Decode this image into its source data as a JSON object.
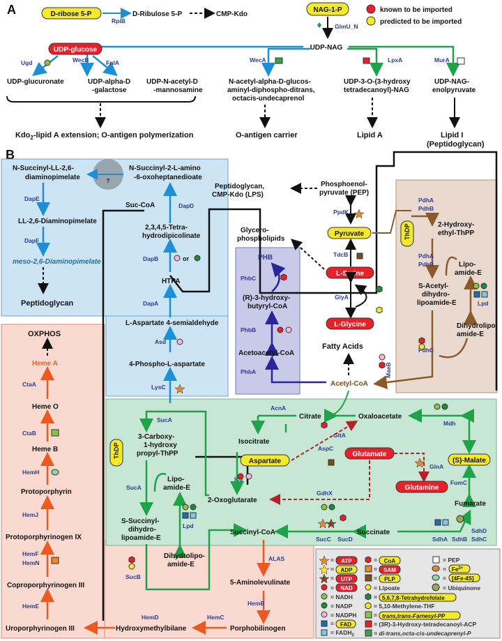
{
  "panels": {
    "a": "A",
    "b": "B"
  },
  "legend_top": {
    "known": "known to be imported",
    "predicted": "predicted to be imported"
  },
  "panel_a": {
    "ribose": "D-ribose 5-P",
    "ribulose": "D-Ribulose 5-P",
    "cmpkdo": "CMP-Kdo",
    "rpib": "RpiB",
    "nag1p": "NAG-1-P",
    "glmu": "GlmU_N",
    "udpnag": "UDP-NAG",
    "udpglucose": "UDP-glucose",
    "ugd": "Ugd",
    "fnla": "FnlA",
    "wecb": "WecB",
    "weca": "WecA",
    "lpxa": "LpxA",
    "mura": "MurA",
    "glucuronate": "UDP-glucuronate",
    "galact1": "UDP-alpha-D",
    "galact2": "-galactose",
    "mannos1": "UDP-N-acetyl-D",
    "mannos2": "-mannosamine",
    "dipho1": "N-acetyl-alpha-D-glucos-",
    "dipho2": "aminyl-diphospho-ditrans,",
    "dipho3": "octacis-undecaprenol",
    "udp3o1": "UDP-3-O-(3-hydroxy",
    "udp3o2": "tetradecanoyl)-NAG",
    "enol1": "UDP-NAG-",
    "enol2": "enolpyruvate",
    "kdo": "Kdo",
    "kdo_sub": "2",
    "kdo_rest": "-lipid A extension; O-antigen polymerization",
    "oantigen": "O-antigen carrier",
    "lipida": "Lipid A",
    "lipidi1": "Lipid I",
    "lipidi2": "(Peptidoglycan)"
  },
  "lysine": {
    "succ1": "N-Succinyl-LL-2,6-",
    "succ2": "diaminopimelate",
    "succam1": "N-Succinyl-2-L-amino",
    "succam2": "-6-oxoheptanedioate",
    "q": "?",
    "dape": "DapE",
    "ll26": "LL-2,6-Diaminopimelate",
    "dapf": "DapF",
    "meso": "meso-2,6-Diaminopimelate",
    "pg": "Peptidoglycan",
    "succoa": "Suc-CoA",
    "dapd": "DapD",
    "tetra1": "2,3,4,5-Tetra-",
    "tetra2": "hydrodipicolinate",
    "dapb": "DapB",
    "or": "or",
    "htpa": "HTPA",
    "dapa": "DapA",
    "asa": "L-Aspartate 4-semialdehyde",
    "asd": "Asd",
    "pasp": "4-Phospho-L-aspartate",
    "lysc": "LysC"
  },
  "heme": {
    "oxphos": "OXPHOS",
    "hemea": "Heme A",
    "ctaa": "CtaA",
    "hemeo": "Heme O",
    "ctab": "CtaB",
    "hemeb": "Heme B",
    "hemh": "HemH",
    "proto": "Protoporphyrin",
    "hemj": "HemJ",
    "protogen": "Protoporphyrinogen IX",
    "hemf": "HemF",
    "hemn": "HemN",
    "copro": "Coproporphyrinogen III",
    "heme_e": "HemE",
    "uro": "Uroporphyrinogen III",
    "hemd": "HemD",
    "hmb": "Hydroxymethylbilane",
    "hemc": "HemC",
    "pbg": "Porphobilinogen",
    "hemb": "HemB",
    "ala": "5-Aminolevulinate",
    "alas": "ALAS"
  },
  "central": {
    "pgcmp1": "Peptidoglycan,",
    "pgcmp2": "CMP-Kdo (LPS)",
    "pep1": "Phosphoenol-",
    "pep2": "pyruvate (PEP)",
    "ppdk": "PpdK",
    "pyruvate": "Pyruvate",
    "glycero1": "Glycero-",
    "glycero2": "phospholipids",
    "tdcb": "TdcB",
    "serine": "L-Serine",
    "glya": "GlyA",
    "glycine": "L-Glycine",
    "fatty": "Fatty Acids",
    "maeb": "MaeB",
    "acetylcoa": "Acetyl-CoA",
    "phb": "PHB",
    "phbc": "PhbC",
    "hb1": "(R)-3-hydroxy-",
    "hb2": "butyryl-CoA",
    "phbb": "PhbB",
    "acac": "Acetoacetyl-CoA",
    "phba": "PhbA"
  },
  "pdh": {
    "pdha1": "PdhA",
    "pdhb1": "PdhB",
    "thdp": "ThDP",
    "hyd1": "2-Hydroxy-",
    "hyd2": "ethyl-ThPP",
    "pdha2": "PdhA",
    "pdhb2": "PdhB",
    "lipo1": "Lipo-",
    "lipo2": "amide-E",
    "sac1": "S-Acetyl-",
    "sac2": "dihydro-",
    "sac3": "lipoamide-E",
    "lpd": "Lpd",
    "pdhc": "PdhC",
    "dhl1": "Dihydrolipo-",
    "dhl2": "amide-E"
  },
  "tca": {
    "acna": "AcnA",
    "citrate": "Citrate",
    "glta": "GltA",
    "oaa": "Oxaloacetate",
    "mdh": "Mdh",
    "malate": "(S)-Malate",
    "isocitrate": "Isocitrate",
    "aspartate": "Aspartate",
    "aspc": "AspC",
    "glutamate": "Glutamate",
    "glna": "GlnA",
    "glutamine": "Glutamine",
    "fumc": "FumC",
    "fumarate": "Fumarate",
    "icd": "Icd",
    "og": "2-Oxoglutarate",
    "gdhx": "GdhX",
    "suca1": "SucA",
    "cbx1": "3-Carboxy-",
    "cbx2": "1-hydroxy",
    "cbx3": "propyl-ThPP",
    "thdp": "ThDP",
    "suca2": "SucA",
    "lipo1": "Lipo-",
    "lipo2": "amide-E",
    "ssc1": "S-Succinyl-",
    "ssc2": "dihydro-",
    "ssc3": "lipoamide-E",
    "lpd": "Lpd",
    "dhl1": "Dihydrolipo-",
    "dhl2": "amide-E",
    "sucb": "SucB",
    "succoa": "Succinyl-CoA",
    "succ": "SucC",
    "sucd": "SucD",
    "succinate": "Succinate",
    "sdhd": "SdhD",
    "sdhc": "SdhC",
    "sdha": "SdhA",
    "sdhb": "SdhB"
  },
  "legend": {
    "atp": "ATP",
    "adp": "ADP",
    "utp": "UTP",
    "nad": "NAD",
    "nadh": "NADH",
    "nadp": "NADP",
    "nadph": "NADPH",
    "fad": "FAD",
    "fadh2": "FADH",
    "coa": "CoA",
    "sam": "SAM",
    "plp": "PLP",
    "lipoate": "Lipoate",
    "thf": "5,6,7,8-Tetrahydrofolate",
    "mthf": "5,10-Methylene-THF",
    "fpp": "trans,trans-Farnesyl-PP",
    "acp": "(3R)-3-Hydroxy-tetradecanoyl-ACP",
    "undec": "di-trans,octa-cis-undecaprenyl-P",
    "pep": "PEP",
    "fe": "Fe",
    "fes": "[4Fe-4S]",
    "ubiq": "Ubiquinone"
  },
  "colors": {
    "red": "#e8202a",
    "yellow": "#f5ea2a",
    "blue_box": "#cde4f5",
    "pink_box": "#fad9d0",
    "green_box": "#c7e6d3",
    "purple_box": "#c9c9ea",
    "brown_box": "#ead9cf",
    "arrow_blue": "#1e8fd6",
    "arrow_green": "#1ea24a",
    "arrow_orange": "#ec5a22",
    "arrow_brown": "#8a5a2a",
    "arrow_darkblue": "#27279a"
  }
}
